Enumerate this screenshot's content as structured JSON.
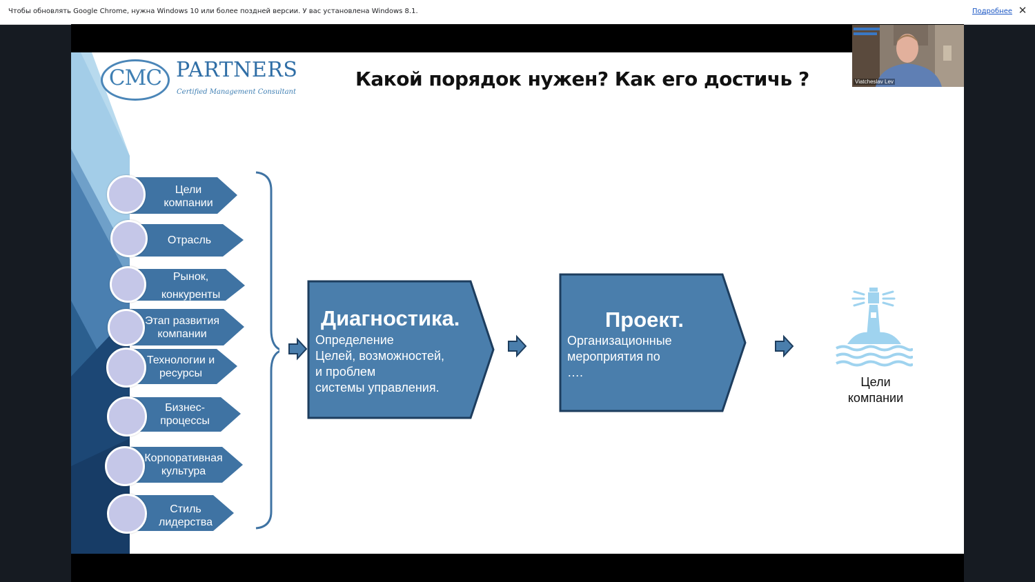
{
  "infobar": {
    "message": "Чтобы обновлять Google Chrome, нужна Windows 10 или более поздней версии. У вас установлена Windows 8.1.",
    "link": "Подробнее",
    "close_symbol": "✕"
  },
  "slide": {
    "logo": {
      "cmc": "CMC",
      "partners": "PARTNERS",
      "tagline": "Certified Management Consultant"
    },
    "title": "Какой порядок нужен?  Как его достичь ?",
    "factors": [
      {
        "line1": "Цели",
        "line2": "компании"
      },
      {
        "line1": "Отрасль",
        "line2": ""
      },
      {
        "line1": "Рынок,",
        "line2": "конкуренты"
      },
      {
        "line1": "Этап развития",
        "line2": "компании"
      },
      {
        "line1": "Технологии и",
        "line2": "ресурсы"
      },
      {
        "line1": "Бизнес-",
        "line2": "процессы"
      },
      {
        "line1": "Корпоративная",
        "line2": "культура"
      },
      {
        "line1": "Стиль",
        "line2": "лидерства"
      }
    ],
    "diagnostics": {
      "title": "Диагностика.",
      "lines": [
        "Определение",
        "Целей, возможностей,",
        "и проблем",
        "системы управления."
      ]
    },
    "project": {
      "title": "Проект.",
      "lines": [
        "Организационные",
        "мероприятия по",
        "…."
      ]
    },
    "goal": {
      "line1": "Цели",
      "line2": "компании"
    }
  },
  "webcam": {
    "name": "Viatcheslav Lev"
  },
  "colors": {
    "box_fill": "#4a7eac",
    "arrow_fill": "#3f73a3",
    "circle": "#c5c7e8",
    "accent": "#2f6ea6"
  }
}
